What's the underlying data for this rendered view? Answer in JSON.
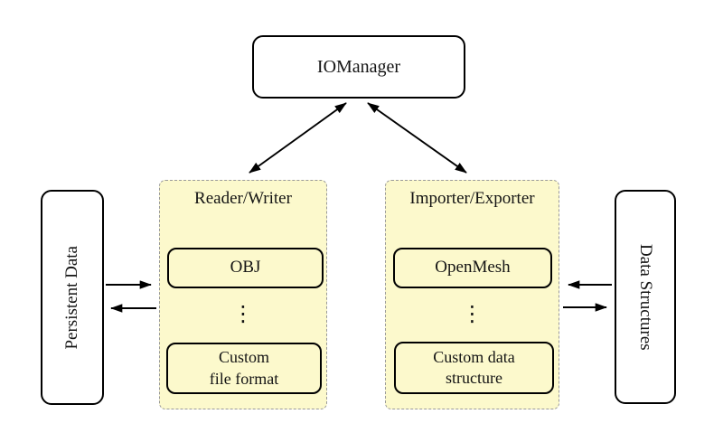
{
  "colors": {
    "group_fill": "#FCF9CC",
    "group_border": "#9A9A9A",
    "node_border": "#000000",
    "node_fill": "#FFFFFF",
    "arrow": "#000000"
  },
  "iomanager": {
    "label": "IOManager"
  },
  "persistent_data": {
    "label": "Persistent Data"
  },
  "data_structures": {
    "label": "Data Structures"
  },
  "reader_writer": {
    "title": "Reader/Writer",
    "item_top": "OBJ",
    "ellipsis": "⋮",
    "item_bottom": "Custom\nfile format"
  },
  "importer_exporter": {
    "title": "Importer/Exporter",
    "item_top": "OpenMesh",
    "ellipsis": "⋮",
    "item_bottom": "Custom data\nstructure"
  }
}
